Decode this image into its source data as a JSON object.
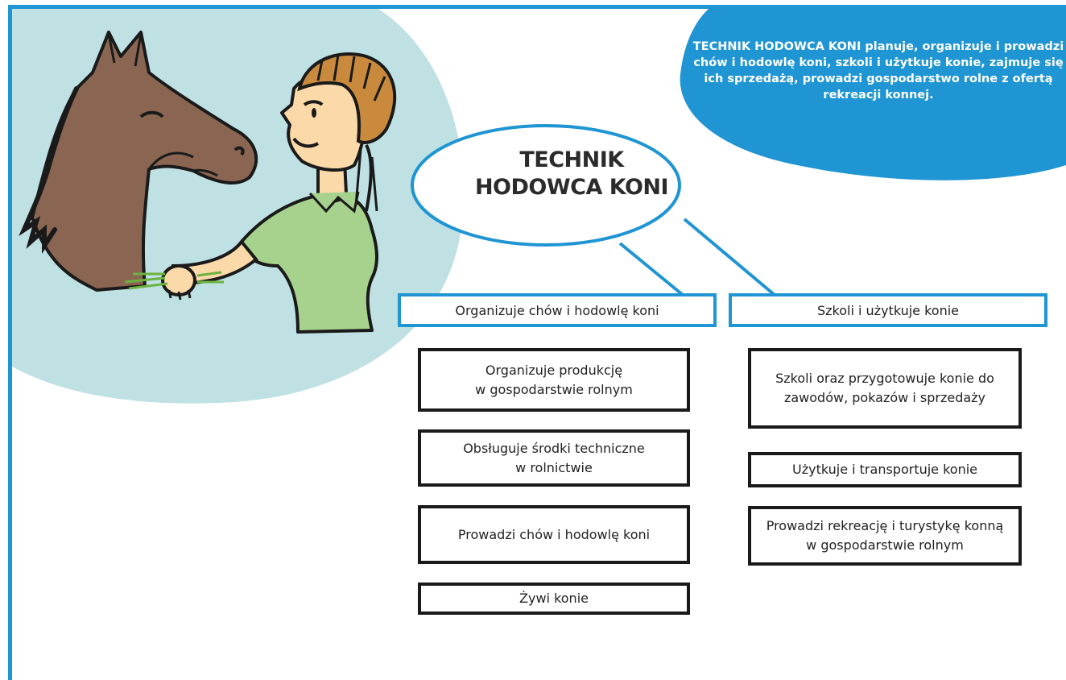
{
  "description": {
    "lead": "TECHNIK HODOWCA KONI",
    "text": " planuje, organizuje i prowadzi chów i hodowlę koni, szkoli i użytkuje konie, zajmuje się ich sprzedażą, prowadzi gospodarstwo rolne z ofertą rekreacji konnej."
  },
  "title": {
    "line1": "TECHNIK",
    "line2": "HODOWCA KONI"
  },
  "categories": [
    {
      "label": "Organizuje chów i hodowlę koni",
      "items": [
        "Organizuje produkcję\nw gospodarstwie rolnym",
        "Obsługuje środki techniczne\nw rolnictwie",
        "Prowadzi chów i hodowlę koni",
        "Żywi konie"
      ]
    },
    {
      "label": "Szkoli i użytkuje konie",
      "items": [
        "Szkoli oraz przygotowuje konie do\nzawodów, pokazów i sprzedaży",
        "Użytkuje i transportuje konie",
        "Prowadzi rekreację i turystykę konną\nw gospodarstwie rolnym"
      ]
    }
  ],
  "colors": {
    "accent_blue": "#1f95d3",
    "circle_bg": "#bfe1e3",
    "horse_brown": "#8a6652",
    "shirt_green": "#a7d28d",
    "hair_orange": "#c98a3e",
    "skin": "#fbd9a8"
  }
}
